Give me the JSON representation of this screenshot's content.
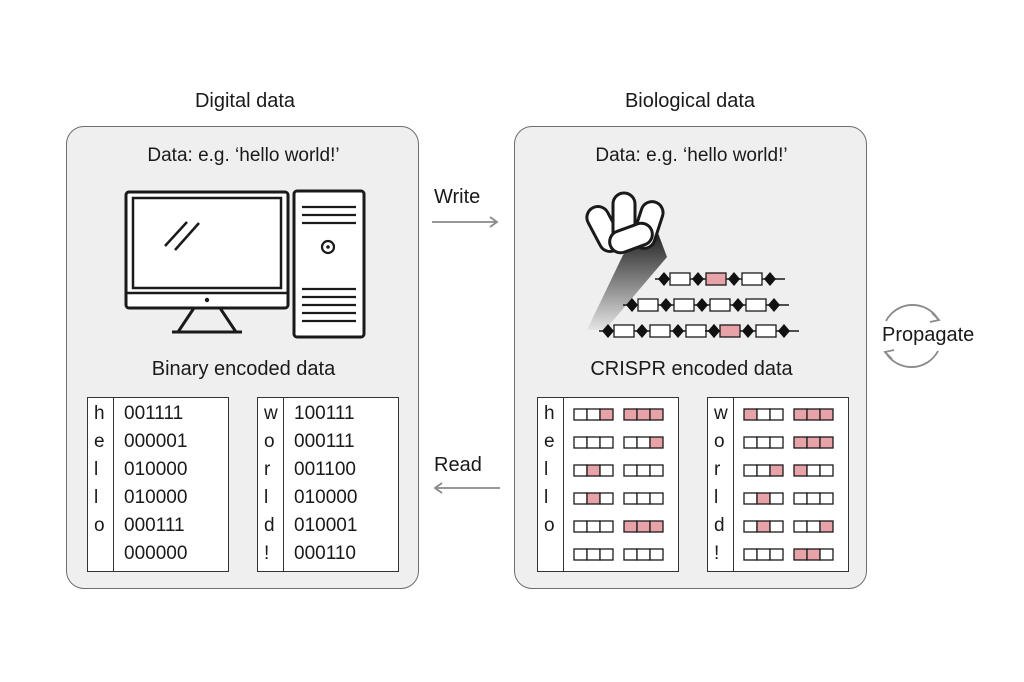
{
  "digital": {
    "title": "Digital data",
    "data_line": "Data: e.g. ‘hello world!’",
    "encoded_label": "Binary encoded data",
    "icons": [
      "monitor-icon",
      "computer-tower-icon"
    ],
    "tables": [
      {
        "letters": [
          "h",
          "e",
          "l",
          "l",
          "o"
        ],
        "codes": [
          "001111",
          "000001",
          "010000",
          "010000",
          "000111",
          "000000"
        ]
      },
      {
        "letters": [
          "w",
          "o",
          "r",
          "l",
          "d",
          "!"
        ],
        "codes": [
          "100111",
          "000111",
          "001100",
          "010000",
          "010001",
          "000110"
        ]
      }
    ]
  },
  "biological": {
    "title": "Biological data",
    "data_line": "Data: e.g. ‘hello world!’",
    "encoded_label": "CRISPR encoded data",
    "icons": [
      "bacteria-icon",
      "crispr-array-icon"
    ],
    "tables": [
      {
        "letters": [
          "h",
          "e",
          "l",
          "l",
          "o"
        ],
        "bits": [
          "001111",
          "000001",
          "010000",
          "010000",
          "000111",
          "000000"
        ]
      },
      {
        "letters": [
          "w",
          "o",
          "r",
          "l",
          "d",
          "!"
        ],
        "bits": [
          "100111",
          "000111",
          "001100",
          "010000",
          "010001",
          "000110"
        ]
      }
    ]
  },
  "arrows": {
    "write": "Write",
    "read": "Read",
    "propagate": "Propagate"
  },
  "colors": {
    "highlight": "#e8a3a8",
    "panel_bg": "#efefef",
    "border": "#6e6e6e",
    "arrow": "#8a8a8a"
  }
}
